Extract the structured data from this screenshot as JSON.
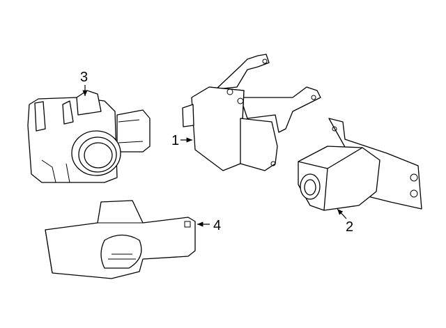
{
  "diagram": {
    "callouts": [
      {
        "id": "1",
        "label": "1",
        "part": "control-module"
      },
      {
        "id": "2",
        "label": "2",
        "part": "camera"
      },
      {
        "id": "3",
        "label": "3",
        "part": "park-sensor"
      },
      {
        "id": "4",
        "label": "4",
        "part": "sensor-retainer"
      }
    ],
    "colors": {
      "line": "#000000",
      "background": "#ffffff"
    }
  }
}
